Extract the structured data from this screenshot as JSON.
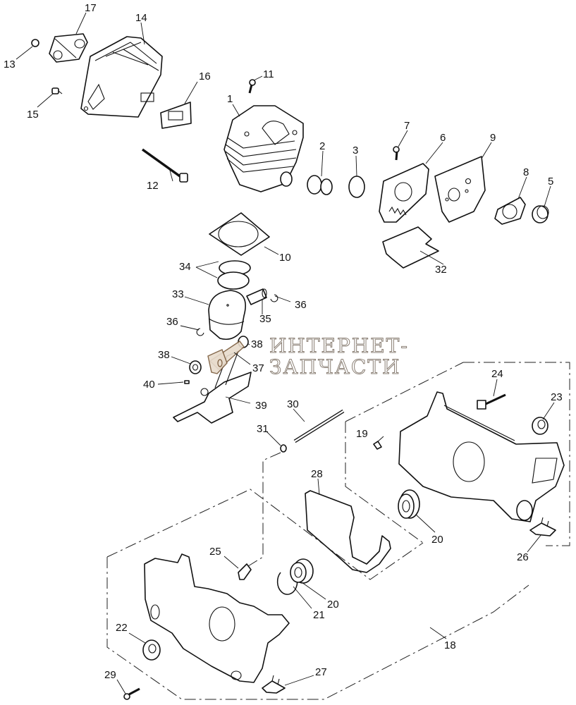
{
  "diagram": {
    "title": "Chainsaw engine exploded parts diagram",
    "watermark": {
      "line1": "ИНТЕРНЕТ-",
      "line2": "ЗАПЧАСТИ",
      "icon": "chainsaw-icon"
    },
    "callouts": [
      {
        "id": "1",
        "label": "1",
        "part": "cylinder"
      },
      {
        "id": "2",
        "label": "2",
        "part": "intake-boot"
      },
      {
        "id": "3",
        "label": "3",
        "part": "o-ring"
      },
      {
        "id": "5",
        "label": "5",
        "part": "sleeve"
      },
      {
        "id": "6",
        "label": "6",
        "part": "carburetor-holder"
      },
      {
        "id": "7",
        "label": "7",
        "part": "screw"
      },
      {
        "id": "8",
        "label": "8",
        "part": "flange"
      },
      {
        "id": "9",
        "label": "9",
        "part": "insulator-gasket"
      },
      {
        "id": "10",
        "label": "10",
        "part": "cylinder-gasket"
      },
      {
        "id": "11",
        "label": "11",
        "part": "cylinder-bolt"
      },
      {
        "id": "12",
        "label": "12",
        "part": "muffler-bolt"
      },
      {
        "id": "13",
        "label": "13",
        "part": "nut"
      },
      {
        "id": "14",
        "label": "14",
        "part": "muffler"
      },
      {
        "id": "15",
        "label": "15",
        "part": "bolt"
      },
      {
        "id": "16",
        "label": "16",
        "part": "muffler-gasket"
      },
      {
        "id": "17",
        "label": "17",
        "part": "muffler-plate"
      },
      {
        "id": "18",
        "label": "18",
        "part": "crankcase-assembly"
      },
      {
        "id": "19",
        "label": "19",
        "part": "pin"
      },
      {
        "id": "20a",
        "label": "20",
        "part": "ball-bearing"
      },
      {
        "id": "20b",
        "label": "20",
        "part": "ball-bearing"
      },
      {
        "id": "21",
        "label": "21",
        "part": "retaining-ring"
      },
      {
        "id": "22",
        "label": "22",
        "part": "oil-seal"
      },
      {
        "id": "23",
        "label": "23",
        "part": "oil-seal"
      },
      {
        "id": "24",
        "label": "24",
        "part": "stud-bolt"
      },
      {
        "id": "25",
        "label": "25",
        "part": "fitting"
      },
      {
        "id": "26",
        "label": "26",
        "part": "bracket"
      },
      {
        "id": "27",
        "label": "27",
        "part": "bracket"
      },
      {
        "id": "28",
        "label": "28",
        "part": "crankcase-gasket"
      },
      {
        "id": "29",
        "label": "29",
        "part": "bolt"
      },
      {
        "id": "30",
        "label": "30",
        "part": "oil-tube"
      },
      {
        "id": "31",
        "label": "31",
        "part": "grommet"
      },
      {
        "id": "32",
        "label": "32",
        "part": "gasket"
      },
      {
        "id": "33",
        "label": "33",
        "part": "piston"
      },
      {
        "id": "34",
        "label": "34",
        "part": "piston-rings"
      },
      {
        "id": "35",
        "label": "35",
        "part": "piston-pin"
      },
      {
        "id": "36a",
        "label": "36",
        "part": "circlip"
      },
      {
        "id": "36b",
        "label": "36",
        "part": "circlip"
      },
      {
        "id": "37",
        "label": "37",
        "part": "needle-bearing"
      },
      {
        "id": "38a",
        "label": "38",
        "part": "washer"
      },
      {
        "id": "38b",
        "label": "38",
        "part": "washer"
      },
      {
        "id": "39",
        "label": "39",
        "part": "crankshaft"
      },
      {
        "id": "40",
        "label": "40",
        "part": "key"
      }
    ]
  }
}
